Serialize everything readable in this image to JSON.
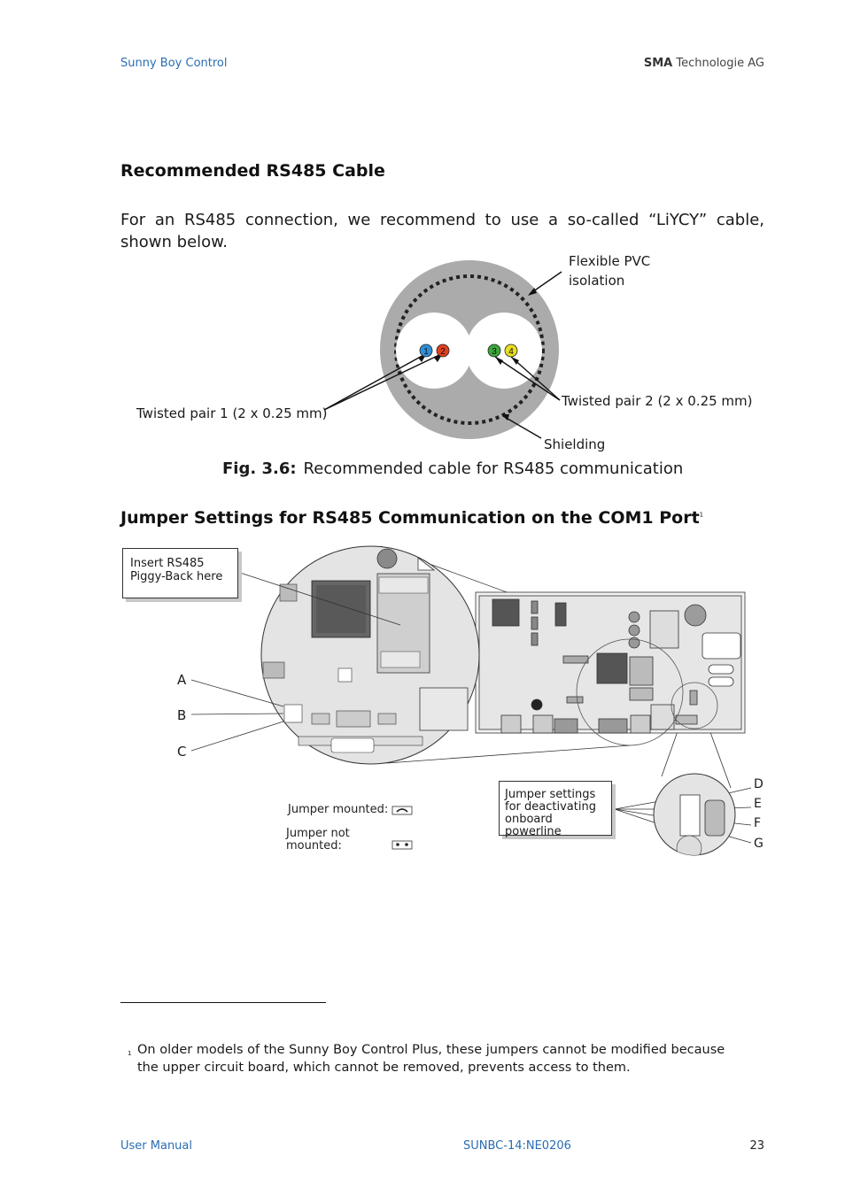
{
  "header": {
    "left": "Sunny Boy Control",
    "right_brand": "SMA",
    "right_rest": " Technologie AG"
  },
  "section1": {
    "heading": "Recommended RS485 Cable",
    "paragraph": "For an RS485 connection, we recommend to use a so-called “LiYCY” cable, shown below."
  },
  "cable_figure": {
    "labels": {
      "isolation": "Flexible PVC isolation",
      "isolation_line1": "Flexible PVC",
      "isolation_line2": "isolation",
      "pair1": "Twisted pair 1 (2 x 0.25 mm)",
      "pair2": "Twisted pair 2 (2 x 0.25 mm)",
      "shielding": "Shielding"
    },
    "wires": [
      {
        "n": "1",
        "color": "#2f8fd8"
      },
      {
        "n": "2",
        "color": "#e0401e"
      },
      {
        "n": "3",
        "color": "#3aa83a"
      },
      {
        "n": "4",
        "color": "#e8de20"
      }
    ],
    "caption_num": "Fig. 3.6:",
    "caption_text": "Recommended cable for RS485 communication"
  },
  "section2": {
    "heading": "Jumper Settings for RS485 Communication on the COM1 Port",
    "footnote_mark": "1"
  },
  "board_figure": {
    "piggy_line1": "Insert RS485",
    "piggy_line2": "Piggy-Back here",
    "letters_left": [
      "A",
      "B",
      "C"
    ],
    "letters_right": [
      "D",
      "E",
      "F",
      "G"
    ],
    "jumper_mounted": "Jumper mounted:",
    "jumper_not_line1": "Jumper not",
    "jumper_not_line2": "mounted:",
    "powerline_line1": "Jumper settings",
    "powerline_line2": "for deactivating",
    "powerline_line3": "onboard powerline"
  },
  "footnote": {
    "mark": "1",
    "text": "On older models of the Sunny Boy Control Plus, these jumpers cannot be  modified because the upper circuit board, which cannot be removed, prevents access to them."
  },
  "footer": {
    "left": "User Manual",
    "center": "SUNBC-14:NE0206",
    "page": "23"
  }
}
